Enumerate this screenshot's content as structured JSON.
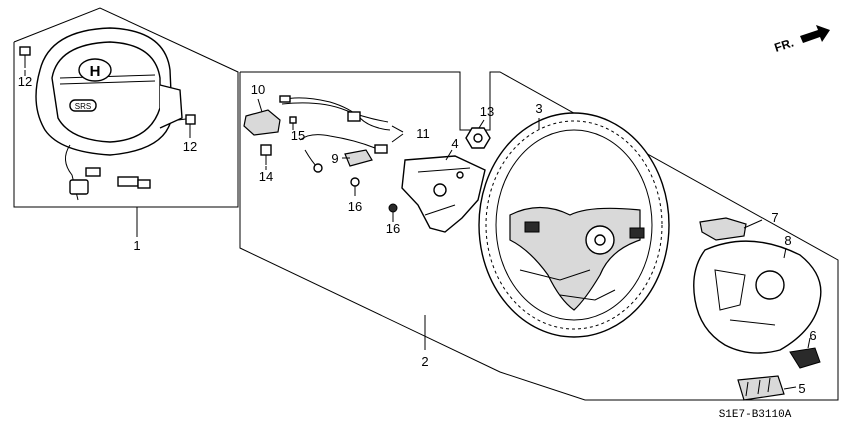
{
  "diagram": {
    "code": "S1E7-B3110A",
    "direction_label": "FR.",
    "callouts": {
      "c1": "1",
      "c2": "2",
      "c3": "3",
      "c4": "4",
      "c5": "5",
      "c6": "6",
      "c7": "7",
      "c8": "8",
      "c9": "9",
      "c10": "10",
      "c11": "11",
      "c12a": "12",
      "c12b": "12",
      "c13": "13",
      "c14": "14",
      "c15": "15",
      "c16a": "16",
      "c16b": "16"
    },
    "emblem": {
      "logo": "H",
      "badge": "SRS"
    }
  }
}
